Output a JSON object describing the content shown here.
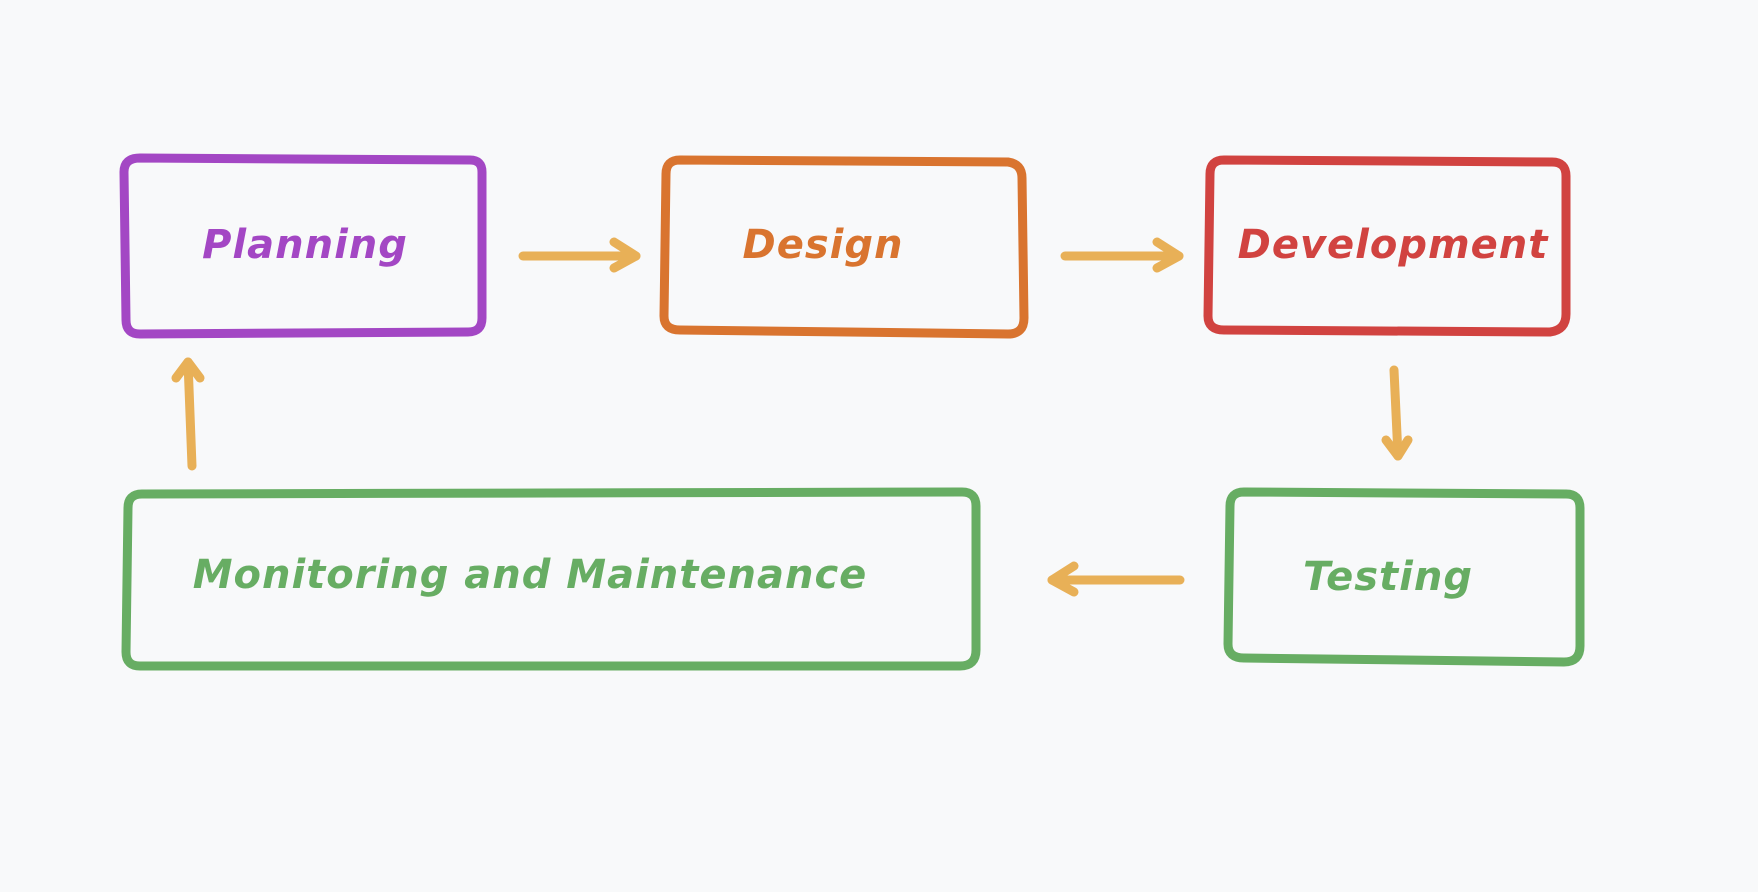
{
  "colors": {
    "background": "#f8f9fa",
    "arrow": "#e8b057",
    "planning": "#a347c4",
    "design": "#d9742f",
    "development": "#d14340",
    "testing": "#67ad63",
    "monitoring": "#67ad63"
  },
  "nodes": {
    "planning": {
      "label": "Planning"
    },
    "design": {
      "label": "Design"
    },
    "development": {
      "label": "Development"
    },
    "testing": {
      "label": "Testing"
    },
    "monitoring": {
      "label": "Monitoring and Maintenance"
    }
  },
  "edges": [
    {
      "from": "planning",
      "to": "design"
    },
    {
      "from": "design",
      "to": "development"
    },
    {
      "from": "development",
      "to": "testing"
    },
    {
      "from": "testing",
      "to": "monitoring"
    },
    {
      "from": "monitoring",
      "to": "planning"
    }
  ]
}
